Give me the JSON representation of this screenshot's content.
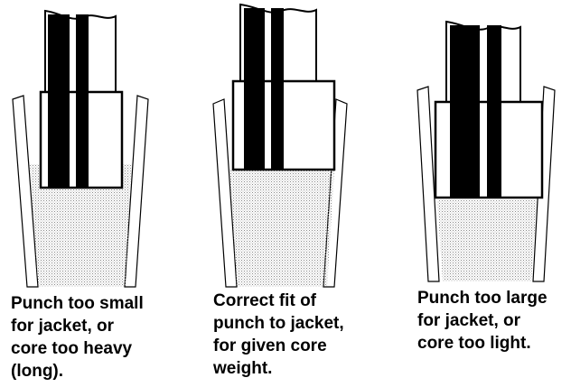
{
  "colors": {
    "ink": "#000000",
    "background": "#ffffff",
    "core_dots": "#9a9a9a"
  },
  "panels": [
    {
      "id": "punch-too-small",
      "caption": [
        "Punch too small",
        "for jacket, or",
        "core too heavy",
        "(long)."
      ]
    },
    {
      "id": "correct-fit",
      "caption": [
        "Correct fit of",
        "punch to jacket,",
        "for given core",
        "weight."
      ]
    },
    {
      "id": "punch-too-large",
      "caption": [
        "Punch too large",
        "for jacket, or",
        "core too light."
      ]
    }
  ]
}
